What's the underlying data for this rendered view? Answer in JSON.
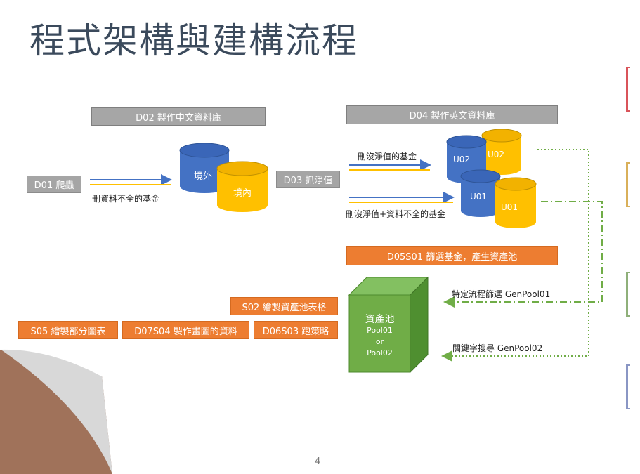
{
  "title": "程式架構與建構流程",
  "page_number": "4",
  "boxes": {
    "d01": "D01 爬蟲",
    "d02": "D02 製作中文資料庫",
    "d03": "D03 抓淨值",
    "d04": "D04 製作英文資料庫",
    "d05": "D05S01 篩選基金，產生資產池",
    "s02": "S02 繪製資產池表格",
    "s05": "S05 繪製部分圖表",
    "d07": "D07S04 製作畫圖的資料",
    "d06": "D06S03 跑策略"
  },
  "labels": {
    "delete_incomplete": "刪資料不全的基金",
    "delete_no_nav": "刪沒淨值的基金",
    "delete_both": "刪沒淨值+資料不全的基金",
    "specific_filter": "特定流程篩選 GenPool01",
    "keyword_search": "關鍵字搜尋 GenPool02"
  },
  "cylinders": {
    "overseas": "境外",
    "domestic": "境內",
    "u02_blue": "U02",
    "u02_yellow": "U02",
    "u01_blue": "U01",
    "u01_yellow": "U01"
  },
  "pool": {
    "title": "資產池",
    "line1": "Pool01",
    "line2": "or",
    "line3": "Pool02"
  },
  "colors": {
    "orange": "#ed7d31",
    "gray": "#a5a5a5",
    "blue": "#4472c4",
    "yellow": "#ffc000",
    "green": "#70ad47",
    "title": "#3b4a5c"
  }
}
